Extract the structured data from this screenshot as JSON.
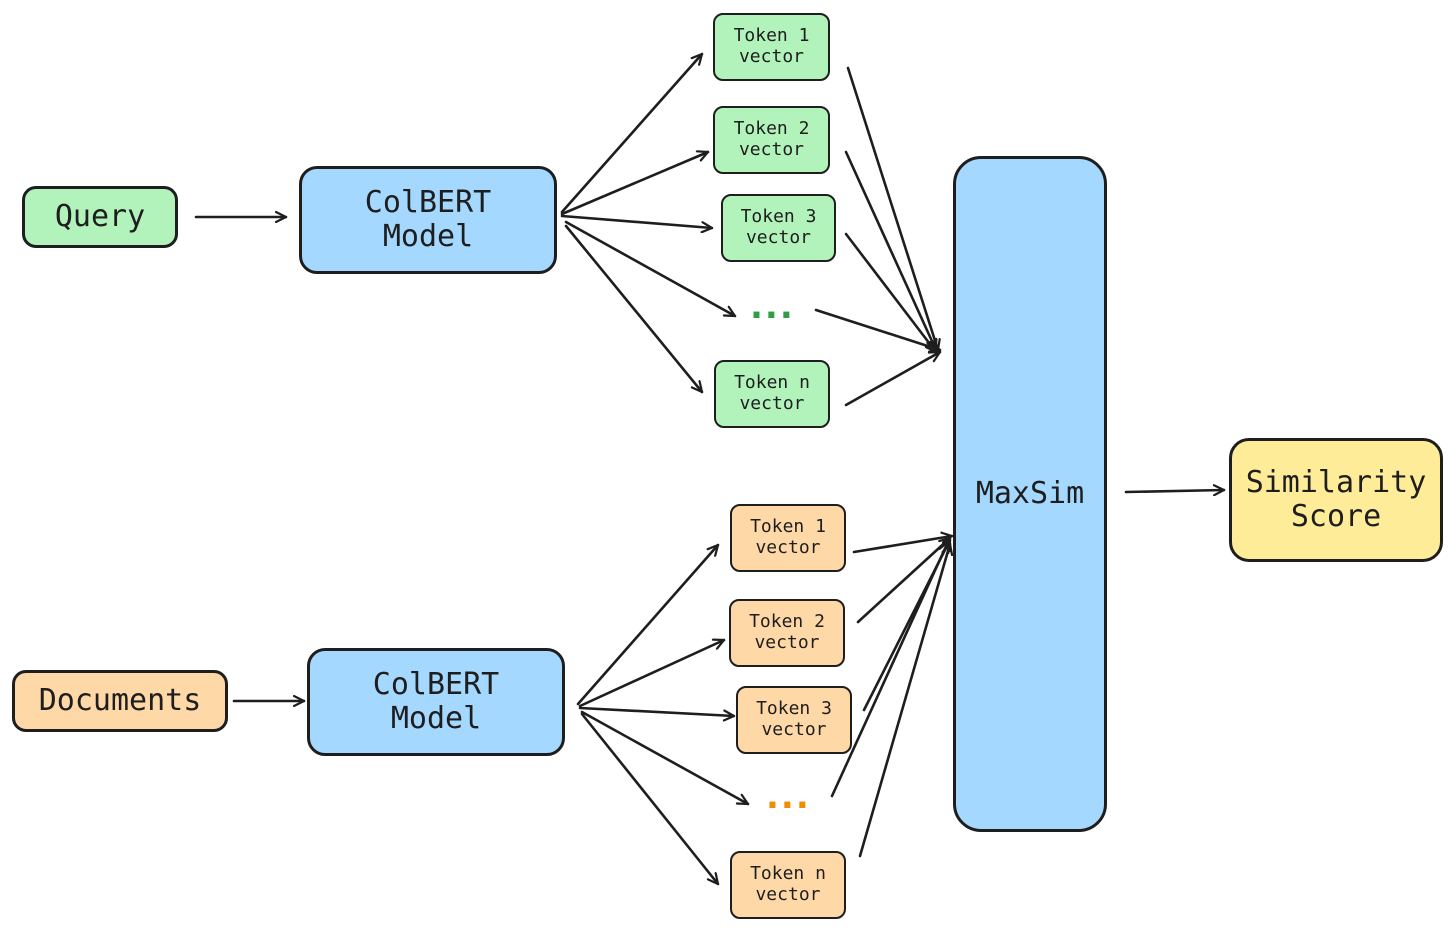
{
  "colors": {
    "query_fill": "#b2f2bb",
    "document_fill": "#ffd8a8",
    "model_fill": "#a5d8ff",
    "score_fill": "#ffec99",
    "stroke": "#1e1e1e",
    "query_dots": "#2f9e44",
    "document_dots": "#f08c00"
  },
  "nodes": {
    "query": "Query",
    "documents": "Documents",
    "query_model": "ColBERT\nModel",
    "doc_model": "ColBERT\nModel",
    "maxsim": "MaxSim",
    "score": "Similarity\nScore",
    "query_tokens": [
      "Token 1\nvector",
      "Token 2\nvector",
      "Token 3\nvector",
      "Token n\nvector"
    ],
    "doc_tokens": [
      "Token 1\nvector",
      "Token 2\nvector",
      "Token 3\nvector",
      "Token n\nvector"
    ],
    "ellipsis": "..."
  }
}
